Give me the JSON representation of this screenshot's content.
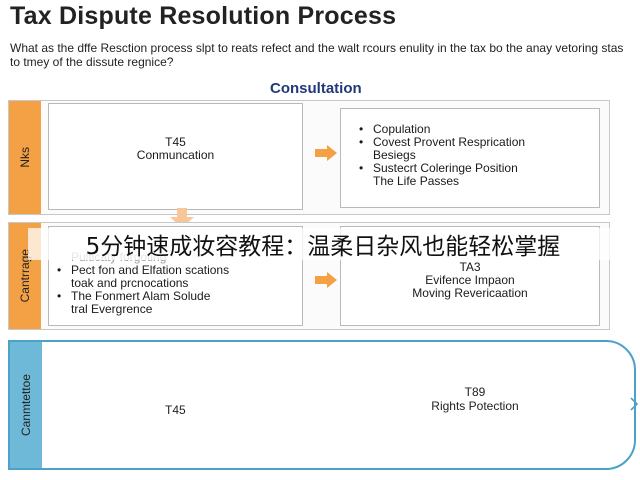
{
  "title": "Tax Dispute Resolution Process",
  "question": "What as the dffe Resction process slpt to reats refect and the walt rcours enulity in the tax bo the anay vetoring stas to tmey of the dissute regnice?",
  "section_heading": "Consultation",
  "rows": [
    {
      "tab": "Nks",
      "left_box": {
        "lines": [
          "T45",
          "Conmuncation"
        ]
      },
      "right_box": {
        "items": [
          "Copulation",
          "Covest Provent Resprication",
          "Besiegs",
          "Sustecrt Coleringe Position",
          "The Life Passes"
        ]
      }
    },
    {
      "tab": "Cantrrage",
      "left_box": {
        "items": [
          "Pulticaty forgoting",
          "Pect fon and Elfation scations",
          "toak and prcnocations",
          "The Fonmert Alam Solude",
          "tral Evergrence"
        ]
      },
      "right_box": {
        "lines": [
          "TA3",
          "Evifence Impaon",
          "Moving Revericaation"
        ]
      }
    },
    {
      "tab": "Canmtettoe",
      "left_text": "T45",
      "right_lines": [
        "T89",
        "Rights Potection"
      ]
    }
  ],
  "overlay_caption": "5分钟速成妆容教程：温柔日杂风也能轻松掌握",
  "colors": {
    "orange": "#f4a045",
    "blue": "#6fb9d8",
    "heading": "#1f3a78"
  },
  "icons": [
    "arrow-right-icon",
    "arrow-down-icon",
    "chevron-right-icon"
  ]
}
